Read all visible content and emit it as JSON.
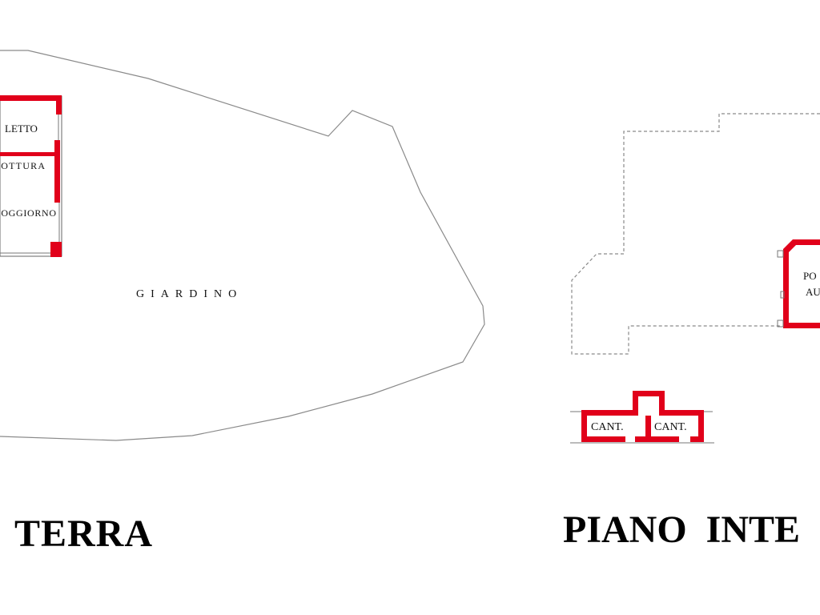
{
  "ground_floor": {
    "title": "TERRA",
    "garden_label": "GIARDINO",
    "rooms": {
      "bedroom": "LETTO",
      "kitchen": "COTTURA",
      "living": "SOGGIORNO"
    }
  },
  "upper_floor": {
    "title": "PIANO  INTE",
    "rooms": {
      "porch_line1": "PO",
      "porch_line2": "AU",
      "cellar_left": "CANT.",
      "cellar_right": "CANT."
    }
  },
  "colors": {
    "wall": "#e1001a",
    "outline": "#8a8a8a",
    "text": "#000000"
  }
}
